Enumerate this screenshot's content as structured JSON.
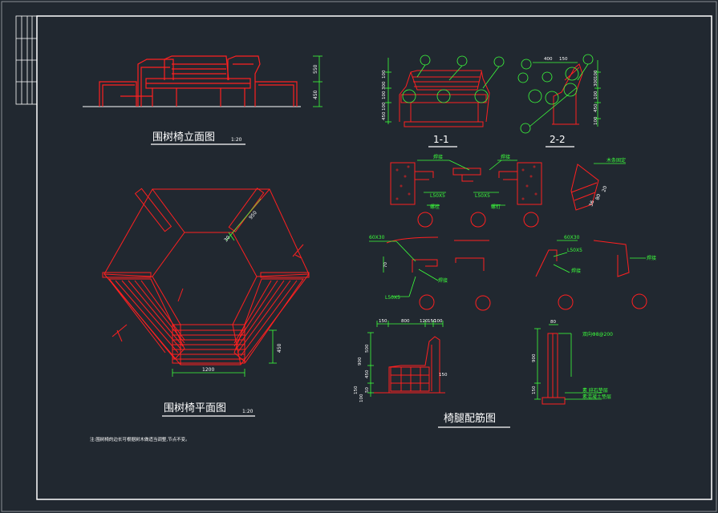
{
  "titles": {
    "elevation": "围树椅立面图",
    "elevation_scale": "1:20",
    "plan": "围树椅平面图",
    "plan_scale": "1:20",
    "section_1": "1-1",
    "section_2": "2-2",
    "rebar": "椅腿配筋图"
  },
  "note": "注:围树椅的边长可根据树木做适当调整,节点不变。",
  "dimensions": {
    "elev_top": "550",
    "elev_bottom": "450",
    "plan_side": "1200",
    "plan_depth": "450",
    "plan_slat": "950",
    "plan_small": "30",
    "s1_v1": "100",
    "s1_v2": "300",
    "s1_v3": "100",
    "s1_v4": "100",
    "s1_v5": "450",
    "s2_h1": "400",
    "s2_h2": "150",
    "s2_v1": "100",
    "s2_v2": "300",
    "s2_v3": "100",
    "s2_v4": "450",
    "s2_v5": "100",
    "leg_w1": "150",
    "leg_w2": "800",
    "leg_w3": "120",
    "leg_w4": "150",
    "leg_w5": "100",
    "leg_h1": "500",
    "leg_h2": "900",
    "leg_h3": "450",
    "leg_h4": "150",
    "leg_h5": "50",
    "leg_h6": "100",
    "leg_r": "150",
    "leg2_w": "80",
    "leg2_h": "900",
    "leg2_b": "150"
  },
  "labels": {
    "steel_1": "L50X5",
    "steel_2": "L50X5",
    "steel_3": "L50X5",
    "steel_4": "L50X5",
    "tube_1": "60X30",
    "tube_2": "60X30",
    "weld_1": "焊接",
    "weld_2": "焊接",
    "bolt": "螺栓",
    "bolt_2": "螺钉",
    "detail_1": "木条固定",
    "rebar_note": "双向Φ8@200",
    "base_1": "素    碎石垫层",
    "base_2": "素混凝土垫层",
    "r1": "70",
    "angle_1": "36",
    "angle_2": "80",
    "angle_3": "20"
  }
}
